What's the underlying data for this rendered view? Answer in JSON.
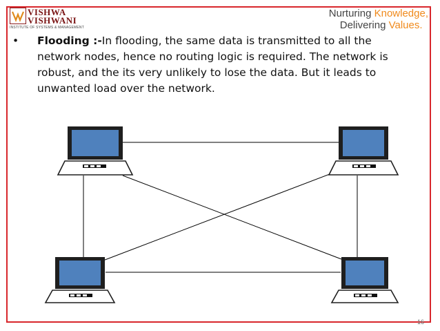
{
  "header": {
    "logo": {
      "name_line1": "VISHWA",
      "name_line2": "VISHWANI",
      "subtitle": "INSTITUTE OF SYSTEMS & MANAGEMENT"
    },
    "tagline": {
      "line1_prefix": "Nurturing ",
      "line1_accent": "Knowledge,",
      "line2_prefix": "Delivering ",
      "line2_accent": "Values."
    }
  },
  "content": {
    "bullet_term": "Flooding :-",
    "bullet_body": "In flooding, the same data is transmitted to all the network nodes, hence no routing logic is required. The network is robust, and the its very unlikely to lose the data. But it leads to unwanted load over the network."
  },
  "diagram": {
    "nodes": [
      "top-left",
      "top-right",
      "bottom-left",
      "bottom-right"
    ],
    "links": [
      [
        "top-left",
        "top-right"
      ],
      [
        "top-left",
        "bottom-left"
      ],
      [
        "top-left",
        "bottom-right"
      ],
      [
        "top-right",
        "bottom-right"
      ],
      [
        "top-right",
        "bottom-left"
      ],
      [
        "bottom-left",
        "bottom-right"
      ]
    ],
    "colors": {
      "screen": "#4f81bd",
      "frame": "#1f1f1f",
      "keys": "#111111",
      "line": "#000000"
    }
  },
  "footer": {
    "page_number": "16"
  },
  "colors": {
    "border": "#d8262b",
    "accent": "#f08a1c",
    "logo": "#7a1414"
  }
}
